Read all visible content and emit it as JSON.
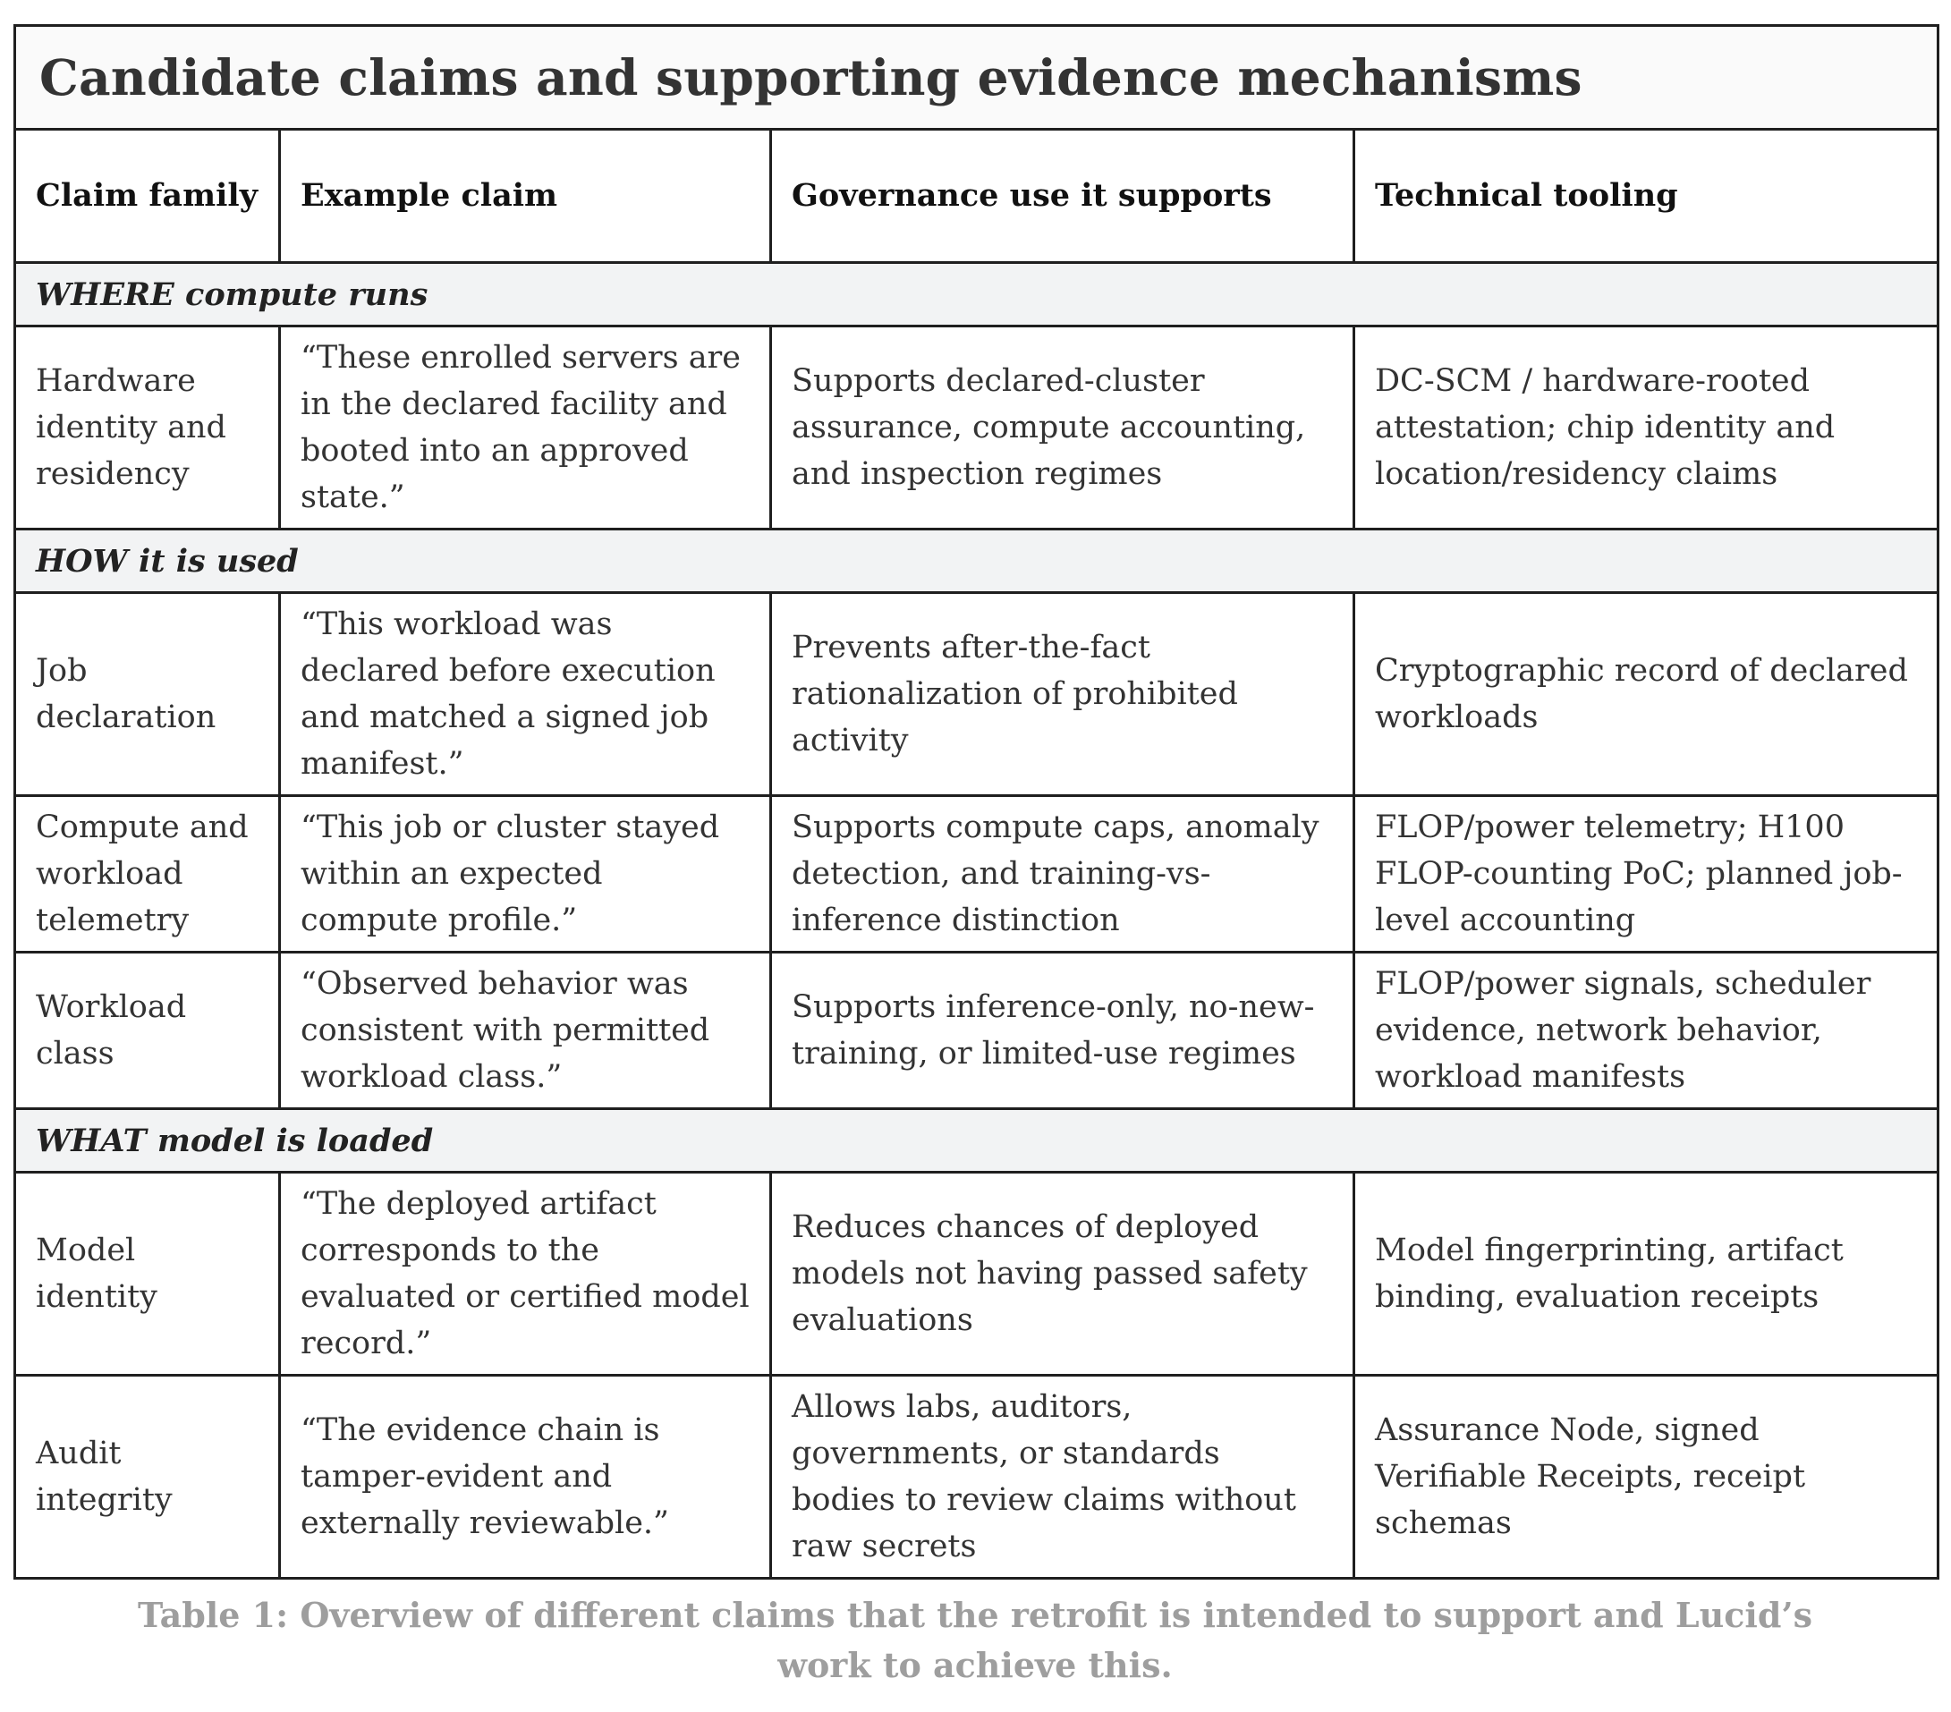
{
  "table": {
    "title": "Candidate claims and supporting evidence mechanisms",
    "headers": [
      "Claim family",
      "Example claim",
      "Governance use it supports",
      "Technical tooling"
    ],
    "sections": [
      {
        "label": "WHERE compute runs",
        "rows": [
          {
            "family": "Hardware identity and residency",
            "claim": "“These enrolled servers are in the declared facility and booted into an approved state.”",
            "use": "Supports declared-cluster assurance, compute accounting, and inspection regimes",
            "tooling": "DC-SCM / hardware-rooted attestation; chip identity and location/residency claims"
          }
        ]
      },
      {
        "label": "HOW it is used",
        "rows": [
          {
            "family": "Job declaration",
            "claim": "“This workload was declared before execution and matched a signed job manifest.”",
            "use": "Prevents after-the-fact rationalization of prohibited activity",
            "tooling": "Cryptographic record of declared workloads"
          },
          {
            "family": "Compute and workload telemetry",
            "claim": "“This job or cluster stayed within an expected compute profile.”",
            "use": "Supports compute caps, anomaly detection, and training-vs-inference distinction",
            "tooling": "FLOP/power telemetry; H100 FLOP-counting PoC; planned job-level accounting"
          },
          {
            "family": "Workload class",
            "claim": "“Observed behavior was consistent with permitted workload class.”",
            "use": "Supports inference-only, no-new-training, or limited-use regimes",
            "tooling": "FLOP/power signals, scheduler evidence, network behavior, workload manifests"
          }
        ]
      },
      {
        "label": "WHAT model is loaded",
        "rows": [
          {
            "family": "Model identity",
            "claim": "“The deployed artifact corresponds to the evaluated or certified model record.”",
            "use": "Reduces chances of deployed models not having passed safety evaluations",
            "tooling": "Model fingerprinting, artifact binding, evaluation receipts"
          },
          {
            "family": "Audit integrity",
            "claim": "“The evidence chain is tamper-evident and externally reviewable.”",
            "use": "Allows labs, auditors, governments, or standards bodies to review claims without raw secrets",
            "tooling": "Assurance Node, signed Verifiable Receipts, receipt schemas"
          }
        ]
      }
    ]
  },
  "caption": "Table 1: Overview of different claims that the retrofit is intended to support and Lucid’s work to achieve this."
}
